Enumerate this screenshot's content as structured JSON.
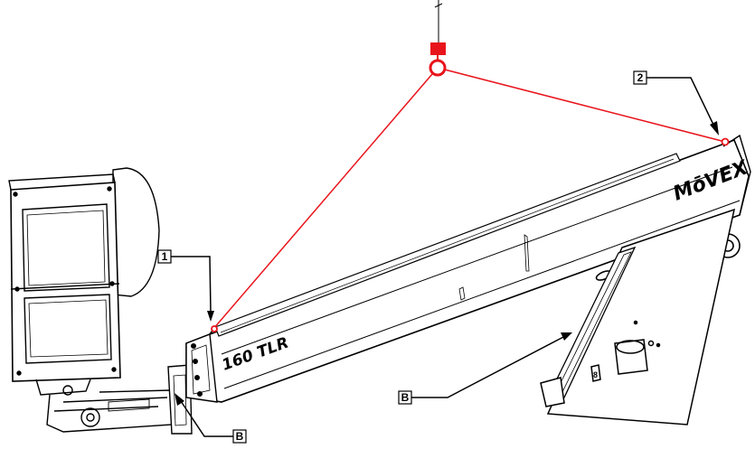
{
  "diagram": {
    "brand_logo": "MōVEX",
    "model_text": "160 TLR",
    "boom_badge": "8",
    "callouts": [
      {
        "id": "1",
        "label": "1"
      },
      {
        "id": "2",
        "label": "2"
      },
      {
        "id": "b-lower",
        "label": "B"
      },
      {
        "id": "b-right",
        "label": "B"
      }
    ],
    "colors": {
      "sling": "#e8141c",
      "line_art": "#000000",
      "background": "#ffffff"
    }
  }
}
